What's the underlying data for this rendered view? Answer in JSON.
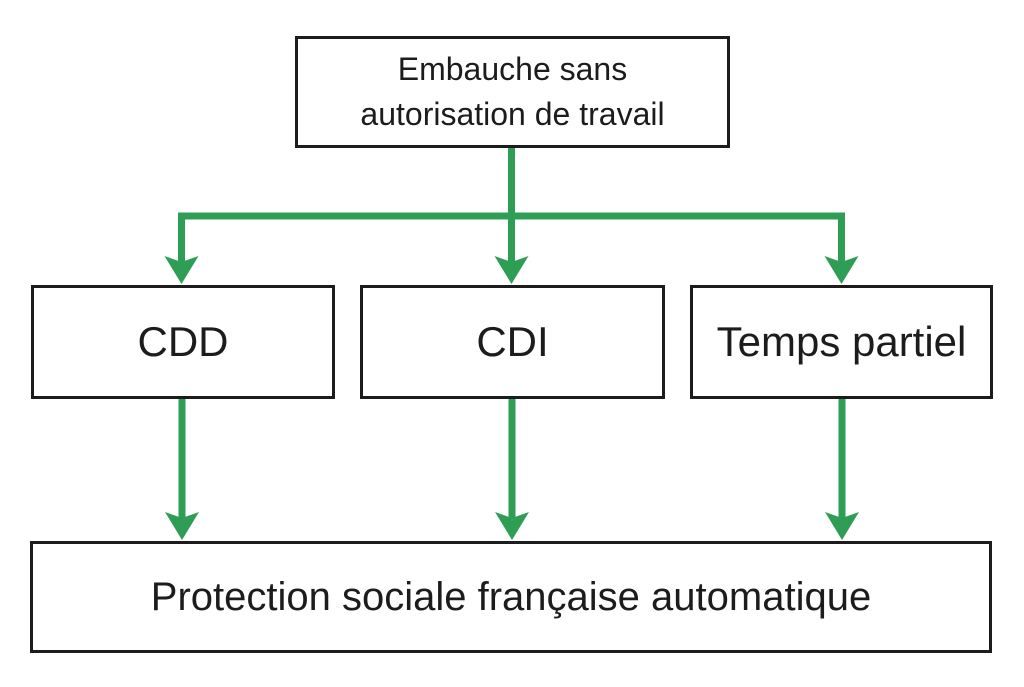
{
  "colors": {
    "green": "#2e9e55",
    "ink": "#1c1c1c",
    "background": "#ffffff"
  },
  "diagram": {
    "root": {
      "label": "Embauche sans\nautorisation de travail"
    },
    "branches": [
      {
        "label": "CDD"
      },
      {
        "label": "CDI"
      },
      {
        "label": "Temps partiel"
      }
    ],
    "outcome": {
      "label": "Protection sociale française automatique"
    }
  }
}
